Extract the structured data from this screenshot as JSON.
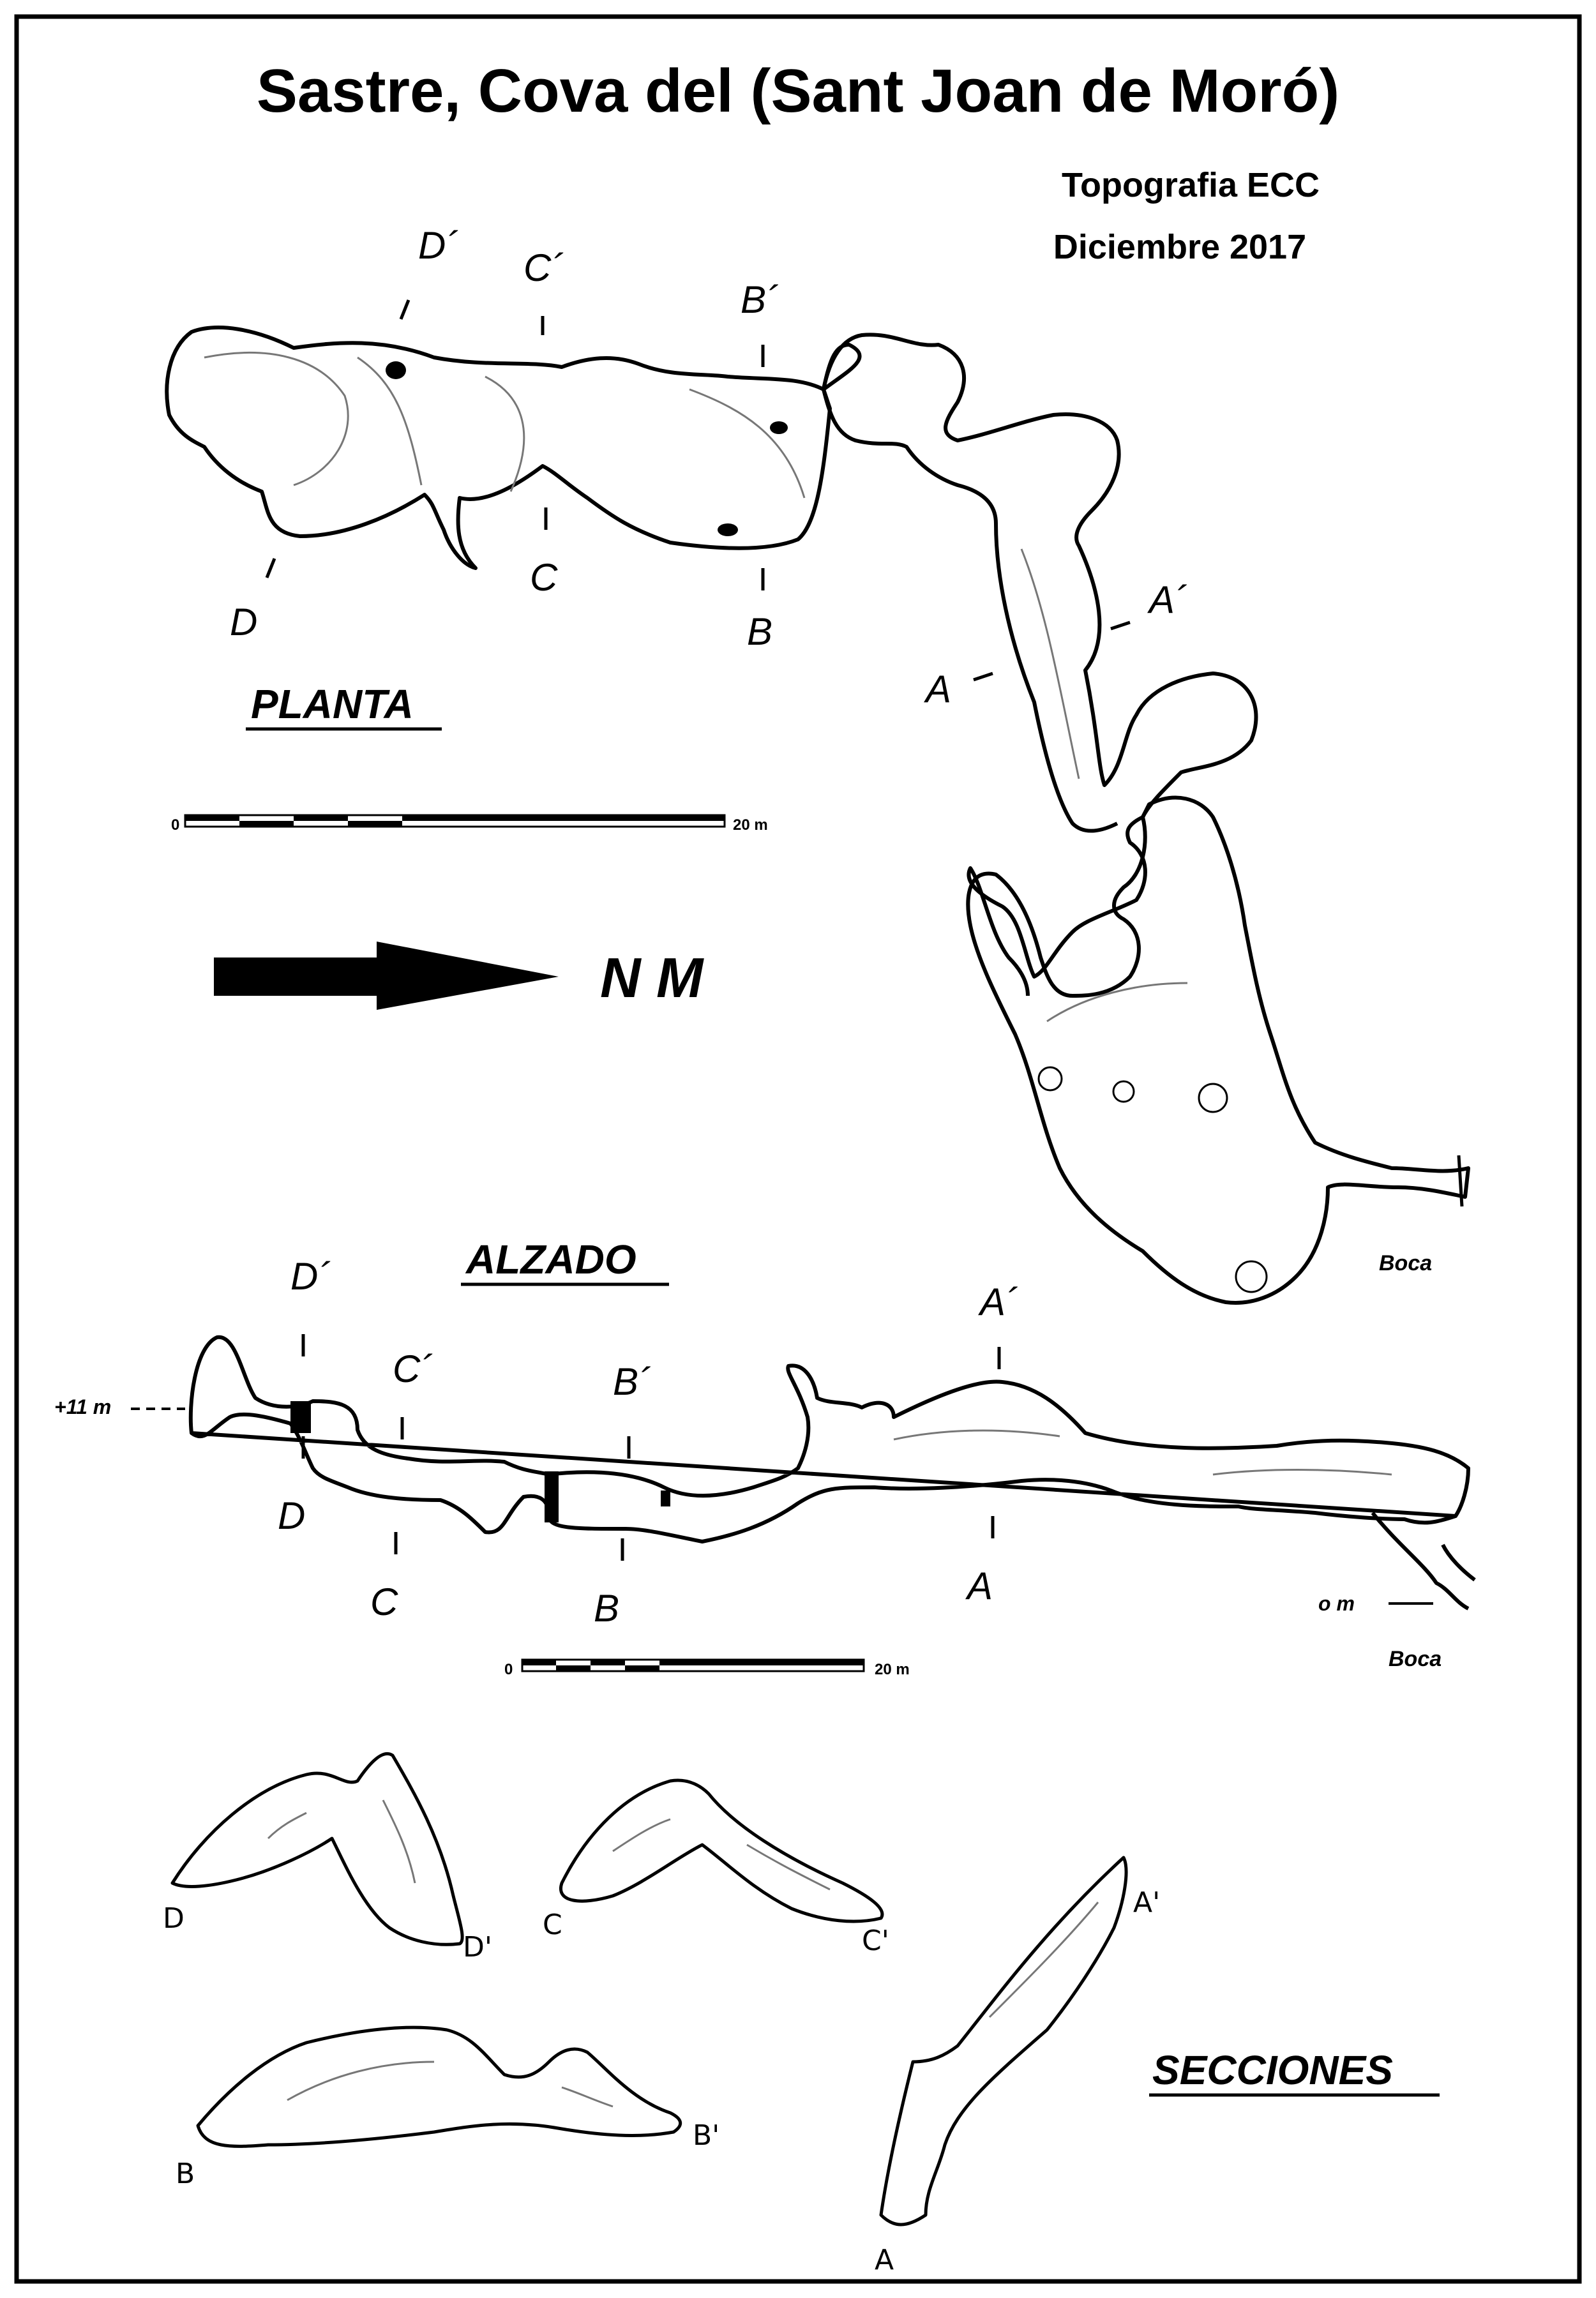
{
  "title": "Sastre, Cova del (Sant Joan de Moró)",
  "credits": {
    "survey": "Topografia ECC",
    "date": "Diciembre 2017"
  },
  "planta": {
    "heading": "PLANTA",
    "scale": {
      "start": "0",
      "end": "20 m"
    },
    "north": "N M",
    "entrance": "Boca",
    "sections": {
      "d": "D",
      "d_prime": "D´",
      "c": "C",
      "c_prime": "C´",
      "b": "B",
      "b_prime": "B´",
      "a": "A",
      "a_prime": "A´"
    }
  },
  "alzado": {
    "heading": "ALZADO",
    "top_level": "+11 m",
    "base_level": "o m",
    "entrance": "Boca",
    "scale": {
      "start": "0",
      "end": "20 m"
    },
    "sections": {
      "d": "D",
      "d_prime": "D´",
      "c": "C",
      "c_prime": "C´",
      "b": "B",
      "b_prime": "B´",
      "a": "A",
      "a_prime": "A´"
    }
  },
  "secciones": {
    "heading": "SECCIONES",
    "d": "D",
    "d_prime": "D'",
    "c": "C",
    "c_prime": "C'",
    "b": "B",
    "b_prime": "B'",
    "a": "A",
    "a_prime": "A'"
  },
  "colors": {
    "ink": "#000000",
    "paper": "#ffffff",
    "shading": "#888888"
  }
}
